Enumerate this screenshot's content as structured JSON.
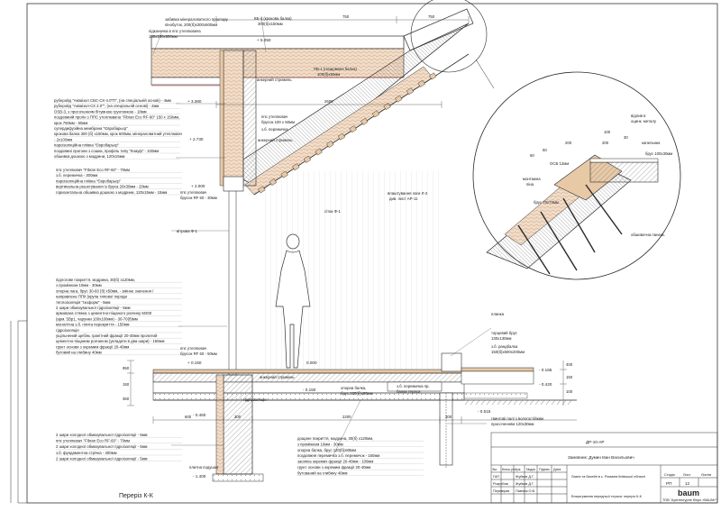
{
  "drawing": {
    "section_title": "Переріз К-К",
    "doc_code": "ДР-10-АР",
    "customer": "Замовник: Думин Іван Васильович",
    "object": "Лазня та басейн в с. Романів Київської області",
    "sheet_title": "Влаштування передньої тераси: переріз К-К",
    "stage_hdr": "Стадія",
    "stage": "РП",
    "sheet_hdr": "Лист",
    "sheet": "12",
    "sheets_hdr": "Листів",
    "company": "ТОВ \"Архітектурне бюро «BAUM»\"",
    "logo": "baum",
    "signers": [
      {
        "role": "ГАП",
        "name": "Жуйков Д.Г."
      },
      {
        "role": "Розробив",
        "name": "Жуйков Д.Г."
      },
      {
        "role": "Перевірив",
        "name": "Павлюк О.В."
      }
    ],
    "header_cells": [
      "Зм.",
      "Кільк.уч",
      "Арк.",
      "№док",
      "Підпис",
      "Дата"
    ]
  },
  "annotations": {
    "top_center": [
      "забивка мінераловатного простору",
      "пінобуток, 200(б)х300х600мм",
      "підконечка в ппс утеплювача",
      "150х150х600мм"
    ],
    "beam_kb4": [
      "КБ-4 (крокова балка)",
      "300(б)х150мм"
    ],
    "beam_pb1": [
      "ПБ-1 (поздовжня балка)",
      "100(б)х60мм"
    ],
    "roof_layers": [
      "руберойд \"Акваізол СБС-СХ-4.0\"П\", (на спеціальній основі) - 4мм",
      "руберойд \"Акваізол-СХ 2.0\"\", (на спеціальній основі) - 2мм",
      "OSB-3, з просоченням бітумною грунтовкою - 18мм",
      "поздовжній прогін з ППС утеплювача \"Fibran Eco RF-60\" 150 х 150мм,",
      "крок 750мм - 50мм",
      "супердифузійна мембрана \"Євробарьєр\"",
      "крокова балка 300 (б) х150мм, крок 600мм, мінераловатний утеплювач",
      "- 2х100мм",
      "пароізоляційна плівка \"Євробарьєр\"",
      "поздовжні прогони з сошки, профіль типу \"Кнауф\" - 100мм",
      "обшивка дошкою з модрини, 120х15мм"
    ],
    "wall_layers": [
      "ппс утеплювач \"Fibran Eco RF-60\" - 70мм",
      "з.б. перемичка - 300мм",
      "пароізоляційна плівка \"Євробарьєр\"",
      "вертикальна решетування із бруса 20х30мм - 20мм",
      "горизонтальна обшивка дошкою з модрини, 120х15мм - 15мм"
    ],
    "floor_layers": [
      "підлогове покриття, модрина, 30(б) х120мм,",
      "з проміжком 10мм - 30мм",
      "опорна лага, брус 30-60 (б) х50мм, - змінне значення /",
      "направлене ППК (крупа типової породи",
      "теплоізоляція \"Ізоформ\" - 5мм",
      "2 шари обмазувальної гідроізоляції - 5мм",
      "армована стяжка з цементно-піщаного розчину М200",
      "(арм. 5Вр1, чарунки 100х100мм) - 30-70(б)мм",
      "монолітна з.б. плита перекриття - 150мм",
      "гідроізоляція",
      "ущільнений щебінь гранітний фракції 20-40мм пролитий",
      "цементно-піщаним розчином (укладати в два шари) - 150мм",
      "грунт основи з окремим фракції 20-40мм",
      "бутовий на глибину 40мм"
    ],
    "foundation_left": [
      "2 шари холодної обмазувальної гідроізоляції - 5мм",
      "ппс утеплювач \"Fibran Eco RF-60\" - 70мм",
      "2 шари холодної обмазувальної гідроізоляції - 5мм",
      "з.б. фундаментна стрічка - 300мм",
      "2 шари холодної обмазувальної гідроізоляції - 5мм"
    ],
    "terrace_layers": [
      "дощане покриття, модрина, 30(б) х120мм,",
      "з проміжком 10мм - 30мм",
      "опорна балка, брус 120(б)х80мм",
      "поздовжня перемичка з.б. перемичок - 150мм",
      "засипка окремих фракції 20-40мм - 100мм",
      "грунт основи з окремим фракції 20-40мм",
      "бутований на глибину 40мм"
    ],
    "detail": {
      "flashing": [
        "відлив в",
        "оцинк. металу"
      ],
      "cap": "капельник",
      "batten": "брус 100х30мм",
      "osb": "ОСБ 12мм",
      "mounting": [
        "монтажна",
        "піна"
      ],
      "beam": "брус 70х70мм",
      "soffit": "обшивочна панель"
    },
    "small": {
      "anchor1": "анкерний стрижень",
      "beam_pb": [
        "ппс утеплювач",
        "брусок 100 х 50мм"
      ],
      "lintel": "з.б. перемичка",
      "anchor2": "анкерний стрижень",
      "rafter_fix": [
        "ппс утеплювач",
        "брусок RF 60 - 30мм"
      ],
      "ring": "сітка Ф-1",
      "ventilation": [
        "влаштування лаги Л-2",
        "див. лист АР-11"
      ],
      "wind": "вітрова Ф-1",
      "insulation_floor": [
        "ппс утеплювач",
        "брусок RF 60 - 50мм"
      ],
      "anchor3": "анкерний стрижень",
      "roller": "планка",
      "rub_bar": [
        "торцевий брус",
        "130х130мм"
      ],
      "slab": [
        "з.б. рандбалка",
        "150(б)х600х200мм"
      ],
      "beam_top": [
        "опорна балка,",
        "брус 120(б)х80мм"
      ],
      "joist_fix": [
        "з.б. перемичка пр.",
        "балки тераси"
      ],
      "piles": [
        "гвинтові палі з вологостійким",
        "просоченням 120х30мм"
      ],
      "base": "гідроізоляція",
      "footing_soil": "плитна подушка"
    }
  },
  "dimensions": {
    "top_750": "750",
    "top_750b": "750",
    "top_2600": "2600",
    "bottom_600": "600",
    "bottom_2200": "2200",
    "bottom_300a": "300",
    "bottom_300b": "300",
    "det_200a": "200",
    "det_200b": "200",
    "det_100": "100",
    "det_30": "30",
    "det_50": "50",
    "det_60": "60",
    "left_950": "950",
    "left_150": "150",
    "left_360": "360",
    "right_400": "400",
    "right_150": "150",
    "right_100": "100"
  },
  "levels": {
    "l1": "+ 3.360",
    "l2": "+ 2.730",
    "l3": "+ 2.000",
    "l4": "0.000",
    "l5": "- 0.150",
    "l6": "- 0.460",
    "l7": "- 1.400",
    "l8": "+ 0.150",
    "l9": "- 0.165",
    "l10": "- 0.420",
    "l11": "- 0.515",
    "top_lvl": "+ 5.050"
  },
  "colors": {
    "line": "#2b2b2b",
    "thin": "#777777",
    "insulation": "#f2dcc7",
    "timber": "#e8c9a6",
    "concrete": "#d7d2cb",
    "hatch": "#8a8a8a",
    "accent": "#c0392b"
  }
}
